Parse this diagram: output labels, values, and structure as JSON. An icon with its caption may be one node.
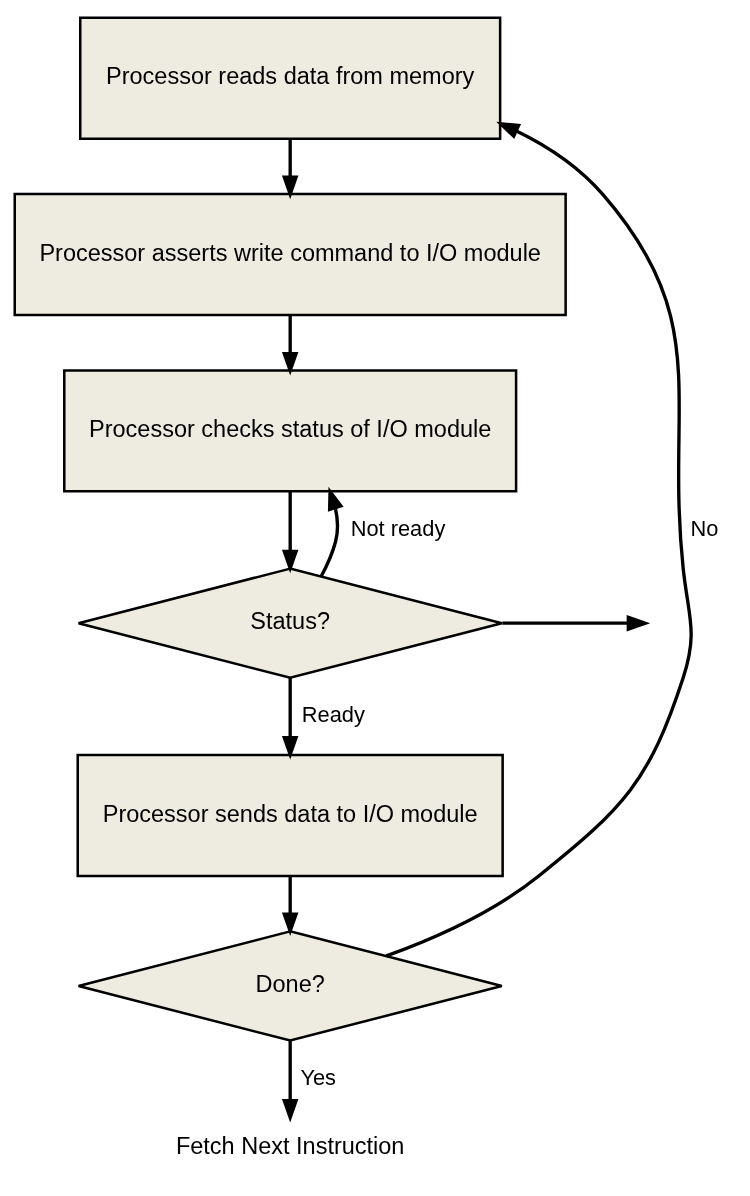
{
  "diagram": {
    "nodes": [
      {
        "text": [
          "Processor reads data from memory"
        ]
      },
      {
        "text": [
          "Processor asserts write command to I/O module"
        ]
      },
      {
        "text": [
          "Processor checks status of I/O module"
        ]
      },
      {
        "text": [
          "Status?"
        ]
      },
      {
        "text": [
          "Processor sends data to I/O module"
        ]
      },
      {
        "text": [
          "Done?"
        ]
      },
      {
        "text": [
          "Fetch Next Instruction"
        ]
      }
    ],
    "edges": [
      {
        "from": 0,
        "to": 1,
        "arrow": "to"
      },
      {
        "from": 1,
        "to": 2,
        "arrow": "to"
      },
      {
        "from": 2,
        "to": 3,
        "arrow": "to"
      },
      {
        "from": 3,
        "to": 2,
        "arrow": "to",
        "label": "Not ready"
      },
      {
        "from": 3,
        "to": null,
        "arrow": "to"
      },
      {
        "from": 3,
        "to": 4,
        "arrow": "to",
        "label": "Ready"
      },
      {
        "from": 4,
        "to": 5,
        "arrow": "to"
      },
      {
        "from": 5,
        "to": 0,
        "arrow": "to",
        "label": "No"
      },
      {
        "from": 5,
        "to": 6,
        "arrow": "to",
        "label": "Yes"
      }
    ]
  }
}
